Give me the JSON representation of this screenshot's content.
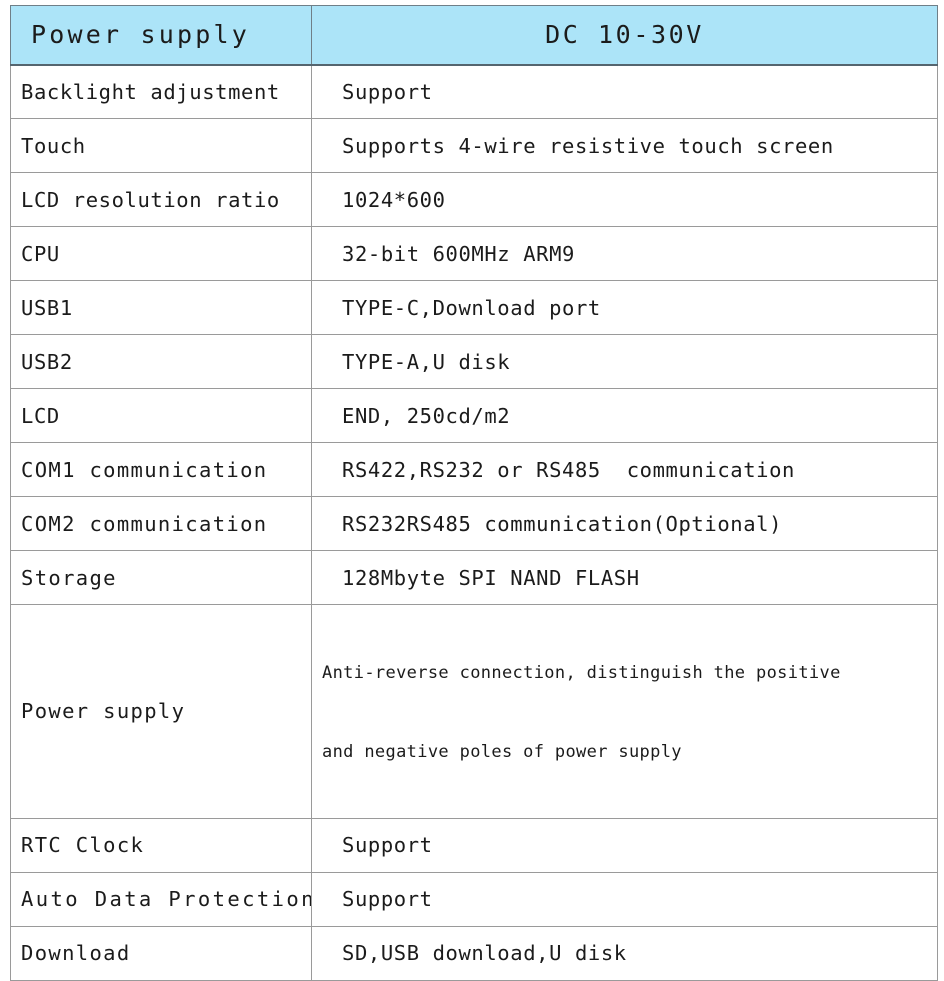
{
  "table": {
    "header": {
      "label": "Power supply",
      "value": "DC 10-30V",
      "fill_color": "#ace4f8"
    },
    "columns": [
      "Power supply",
      "DC 10-30V"
    ],
    "rows": [
      {
        "label": "Backlight adjustment",
        "value": "Support"
      },
      {
        "label": "Touch",
        "value": "Supports 4-wire resistive touch screen"
      },
      {
        "label": "LCD resolution ratio",
        "value": "1024*600"
      },
      {
        "label": "CPU",
        "value": "32-bit 600MHz ARM9"
      },
      {
        "label": "USB1",
        "value": "TYPE-C,Download port"
      },
      {
        "label": "USB2",
        "value": "TYPE-A,U disk"
      },
      {
        "label": "LCD",
        "value": "END, 250cd/m2"
      },
      {
        "label": "COM1 communication",
        "value": "RS422,RS232 or RS485  communication"
      },
      {
        "label": "COM2 communication",
        "value": "RS232RS485 communication(Optional)"
      },
      {
        "label": "Storage",
        "value": "128Mbyte SPI NAND FLASH"
      },
      {
        "label": "Power supply",
        "value_line1": "Anti-reverse connection, distinguish the positive",
        "value_line2": "and negative poles of power supply"
      },
      {
        "label": "RTC Clock",
        "value": "Support"
      },
      {
        "label": "Auto Data Protection",
        "value": "Support"
      },
      {
        "label": "Download",
        "value": "SD,USB download,U disk"
      }
    ],
    "border_color": "#9a9a9a",
    "text_color": "#1b1b1b"
  }
}
